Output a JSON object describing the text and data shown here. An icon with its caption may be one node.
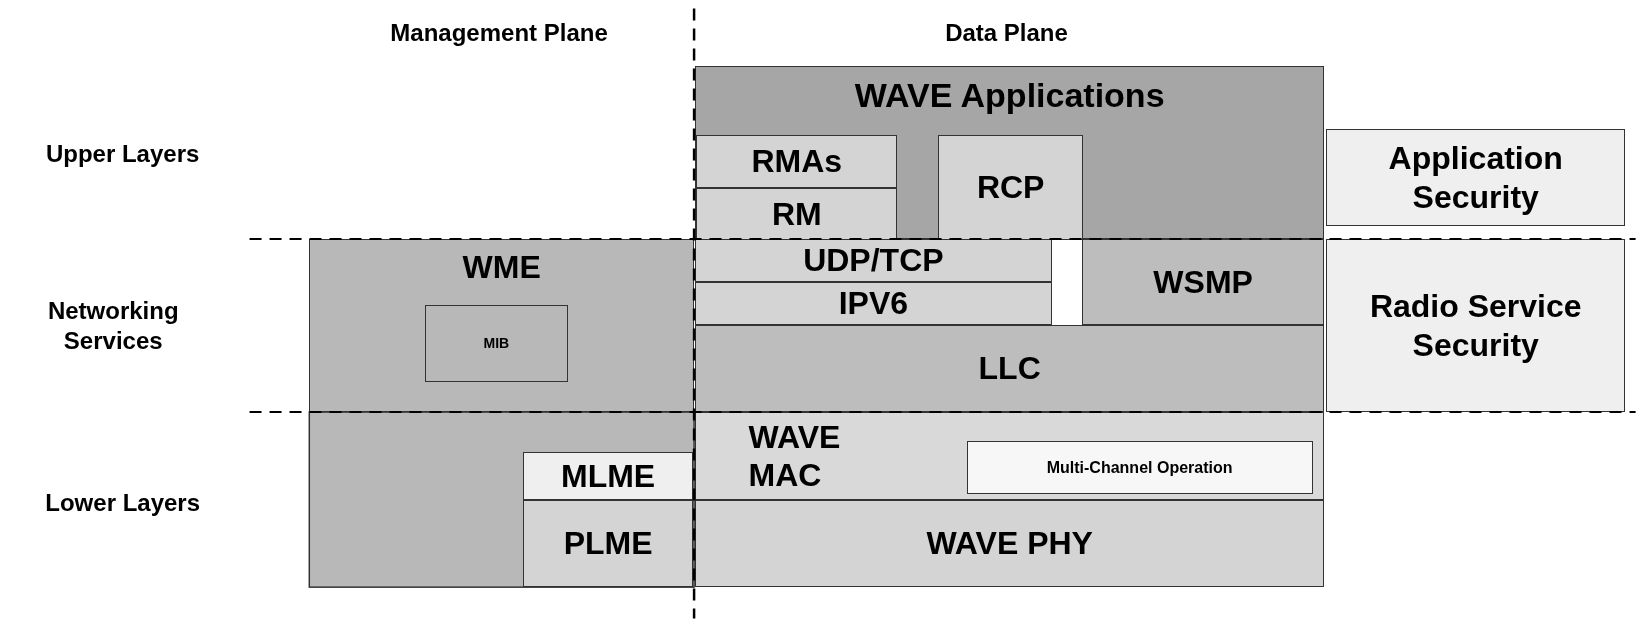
{
  "diagram": {
    "nodes": [
      {
        "text": [
          "WAVE Applications"
        ]
      },
      {
        "text": [
          "RMAs"
        ],
        "in": 0
      },
      {
        "text": [
          "RM"
        ],
        "in": 0
      },
      {
        "text": [
          "RCP"
        ],
        "in": 0
      },
      {
        "text": [
          "Application Security"
        ]
      },
      {
        "text": [
          "WME"
        ]
      },
      {
        "text": [
          "MIB"
        ],
        "in": 5
      },
      {
        "text": [
          "UDP/TCP"
        ]
      },
      {
        "text": [
          "IPV6"
        ]
      },
      {
        "text": [
          "WSMP"
        ]
      },
      {
        "text": [
          "LLC"
        ]
      },
      {
        "text": [
          "Radio Service Security"
        ]
      },
      {
        "text": [
          "WAVE MAC"
        ]
      },
      {
        "text": [
          "Multi-Channel Operation"
        ],
        "in": 12
      },
      {
        "text": [
          "MLME"
        ]
      },
      {
        "text": [
          "PLME"
        ]
      },
      {
        "text": [
          "WAVE PHY"
        ]
      }
    ],
    "edges": [],
    "labels": [
      "Management Plane",
      "Data Plane",
      "Upper Layers",
      "Networking Services",
      "Lower Layers"
    ]
  }
}
